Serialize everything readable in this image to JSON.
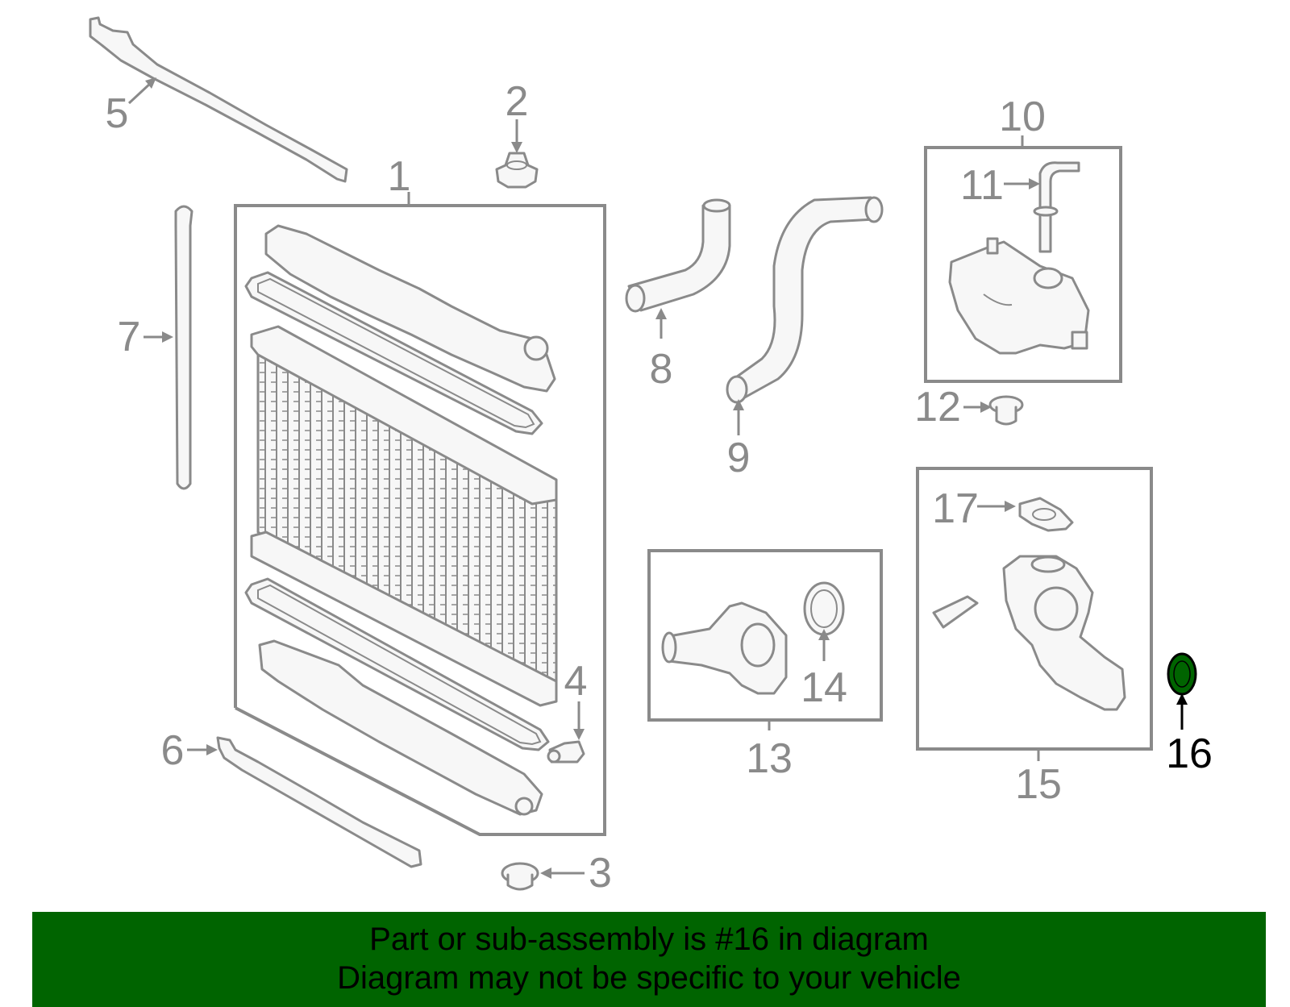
{
  "diagram": {
    "labels": {
      "l1": "1",
      "l2": "2",
      "l3": "3",
      "l4": "4",
      "l5": "5",
      "l6": "6",
      "l7": "7",
      "l8": "8",
      "l9": "9",
      "l10": "10",
      "l11": "11",
      "l12": "12",
      "l13": "13",
      "l14": "14",
      "l15": "15",
      "l16": "16",
      "l17": "17"
    },
    "highlighted_part": "16",
    "highlight_color": "#006400"
  },
  "banner": {
    "line1": "Part or sub-assembly is #16 in diagram",
    "line2": "Diagram may not be specific to your vehicle",
    "background": "#006400"
  }
}
